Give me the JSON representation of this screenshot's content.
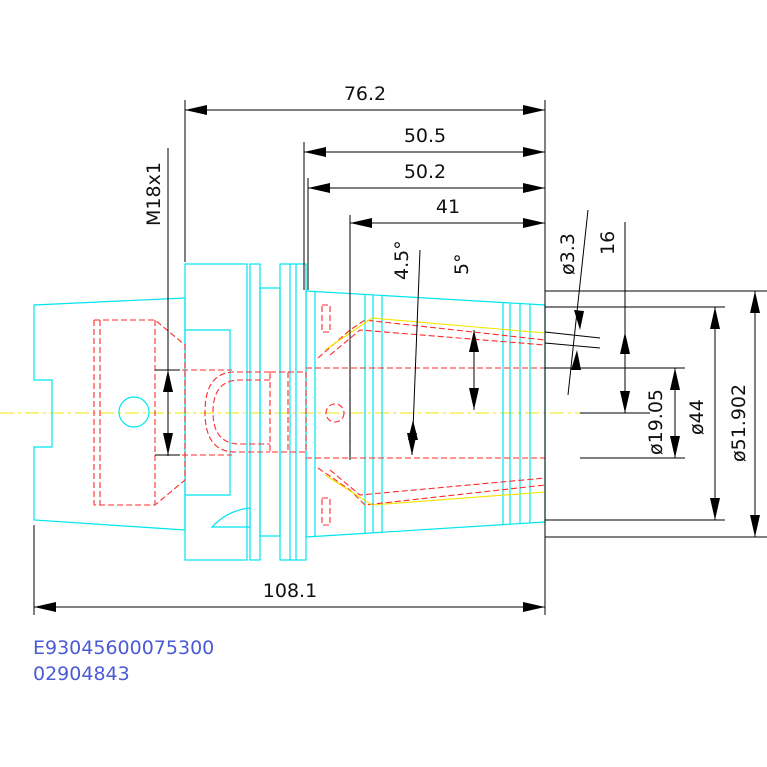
{
  "dimensions": {
    "d76_2": "76.2",
    "d50_5": "50.5",
    "d50_2": "50.2",
    "d41": "41",
    "d108_1": "108.1",
    "thread": "M18x1",
    "angle_4_5": "4.5°",
    "angle_5": "5°",
    "dia_3_3": "ø3.3",
    "d16": "16",
    "dia_19_05": "ø19.05",
    "dia_44": "ø44",
    "dia_51_902": "ø51.902"
  },
  "part_codes": {
    "line1": "E93045600075300",
    "line2": "02904843"
  },
  "colors": {
    "outline": "#00e5ee",
    "hidden": "#ff2a2a",
    "centerline": "#f2e600",
    "dimension": "#000000",
    "code_text": "#4a5bd6"
  }
}
